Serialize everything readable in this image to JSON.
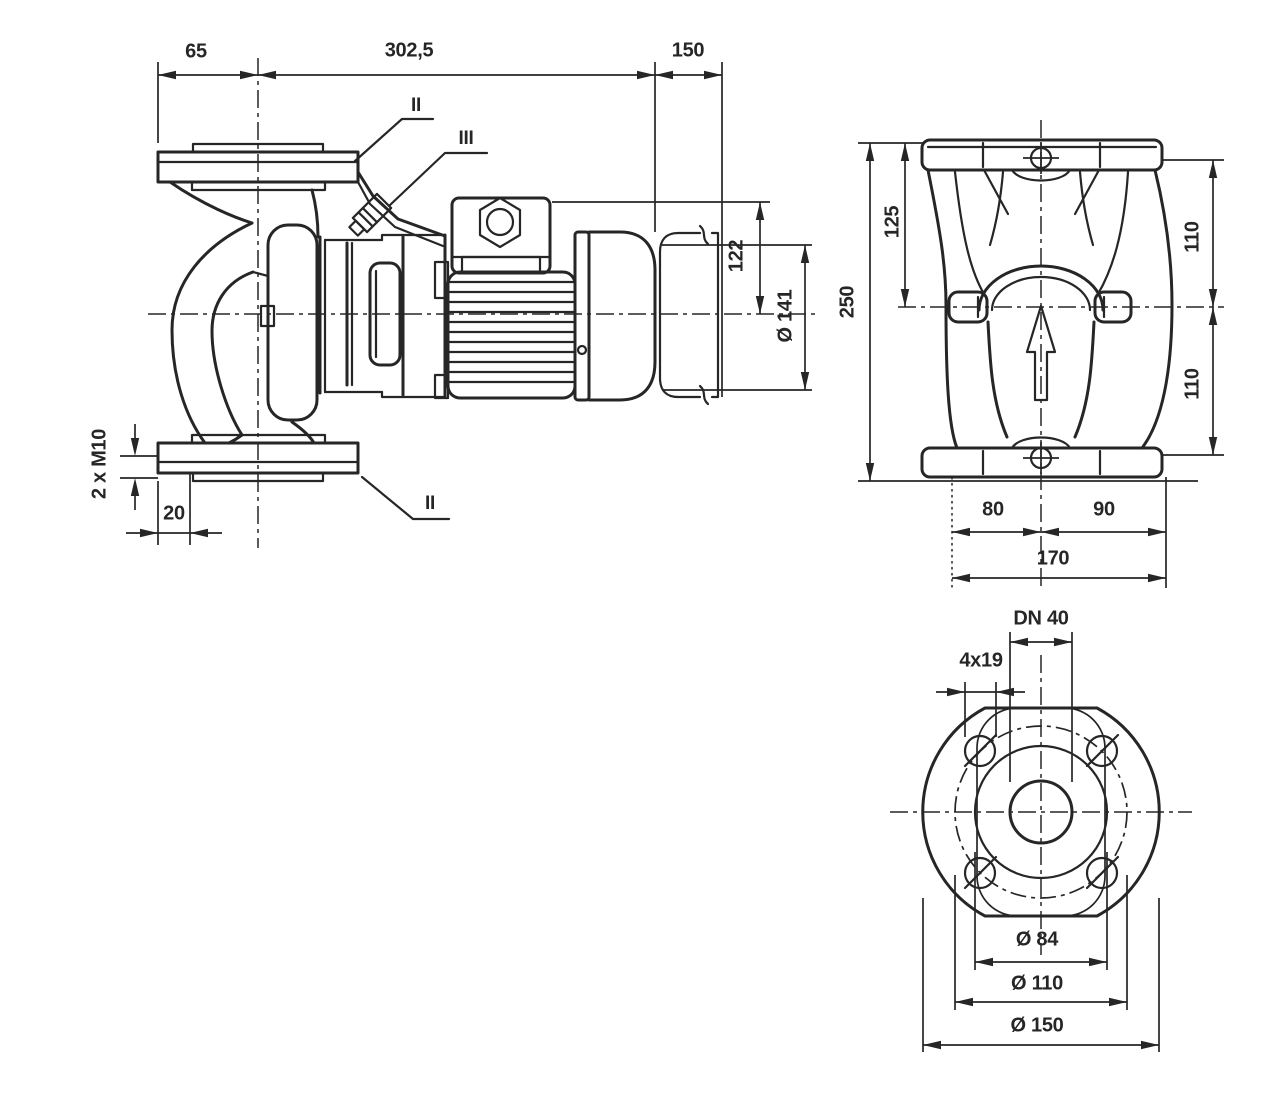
{
  "title": "Pump dimensional drawing",
  "colors": {
    "line": "#262626",
    "background": "#ffffff"
  },
  "side": {
    "dim_65": "65",
    "dim_302_5": "302,5",
    "dim_150": "150",
    "dim_122": "122",
    "dim_dia_141": "Ø 141",
    "dim_2xM10": "2 x M10",
    "dim_20": "20",
    "label_flange_top": "II",
    "label_vent": "III",
    "label_flange_bottom": "II"
  },
  "front": {
    "dim_250": "250",
    "dim_125": "125",
    "dim_110_top": "110",
    "dim_110_bottom": "110",
    "dim_80": "80",
    "dim_90": "90",
    "dim_170": "170"
  },
  "flange": {
    "dim_dn40": "DN 40",
    "dim_4x19": "4x19",
    "dim_dia_84": "Ø 84",
    "dim_dia_110": "Ø 110",
    "dim_dia_150": "Ø 150"
  }
}
